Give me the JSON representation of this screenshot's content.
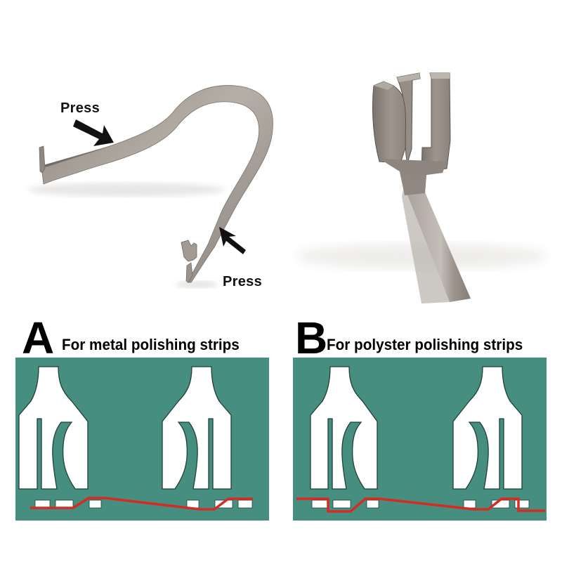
{
  "photos": {
    "left": {
      "subject": "U-shaped stainless steel spring clip",
      "labels": [
        {
          "text": "Press",
          "arrow": "arrow-down-right"
        },
        {
          "text": "Press",
          "arrow": "arrow-up-left"
        }
      ]
    },
    "right": {
      "subject": "Close-up of clip fork tip"
    }
  },
  "panels": [
    {
      "letter": "A",
      "title": "For metal polishing strips",
      "background": "#468F80",
      "line_color": "#D62B22"
    },
    {
      "letter": "B",
      "title": "For polyster polishing strips",
      "background": "#468F80",
      "line_color": "#D62B22"
    }
  ],
  "colors": {
    "teal": "#468F80",
    "red": "#D62B22",
    "outline": "#1F3F38",
    "white": "#FFFFFF",
    "steel": "#9A928A"
  }
}
